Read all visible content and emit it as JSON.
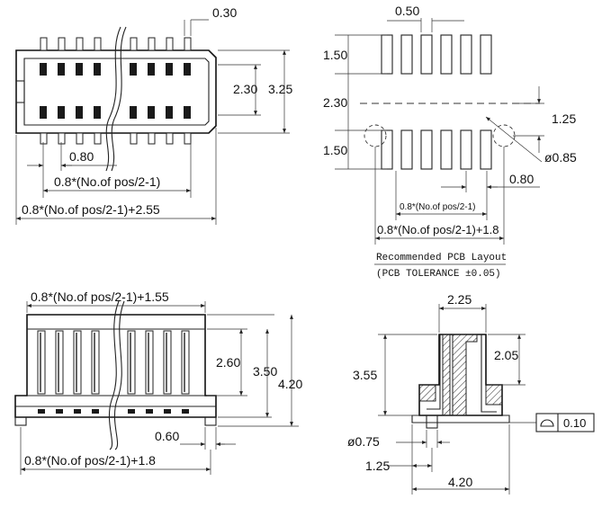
{
  "top_view": {
    "pitch_top": "0.30",
    "height_inner": "2.30",
    "height_outer": "3.25",
    "pitch": "0.80",
    "formula_1": "0.8*(No.of pos/2-1)",
    "formula_2": "0.8*(No.of pos/2-1)+2.55"
  },
  "pcb_layout": {
    "pad_width": "0.50",
    "pad_len_top": "1.50",
    "row_gap": "2.30",
    "pad_len_bottom": "1.50",
    "peg_offset": "1.25",
    "peg_dia": "ø0.85",
    "pitch": "0.80",
    "formula_1": "0.8*(No.of pos/2-1)",
    "formula_2": "0.8*(No.of pos/2-1)+1.8",
    "caption_1": "Recommended PCB Layout",
    "caption_2": "(PCB TOLERANCE ±0.05)"
  },
  "side_view": {
    "formula_top": "0.8*(No.of pos/2-1)+1.55",
    "h_inner": "2.60",
    "h_mid": "3.50",
    "h_outer": "4.20",
    "foot": "0.60",
    "formula_bottom": "0.8*(No.of pos/2-1)+1.8"
  },
  "end_view": {
    "top_width": "2.25",
    "h_left": "3.55",
    "h_right": "2.05",
    "peg_dia": "ø0.75",
    "peg_pos": "1.25",
    "width": "4.20",
    "tolerance": "0.10"
  }
}
